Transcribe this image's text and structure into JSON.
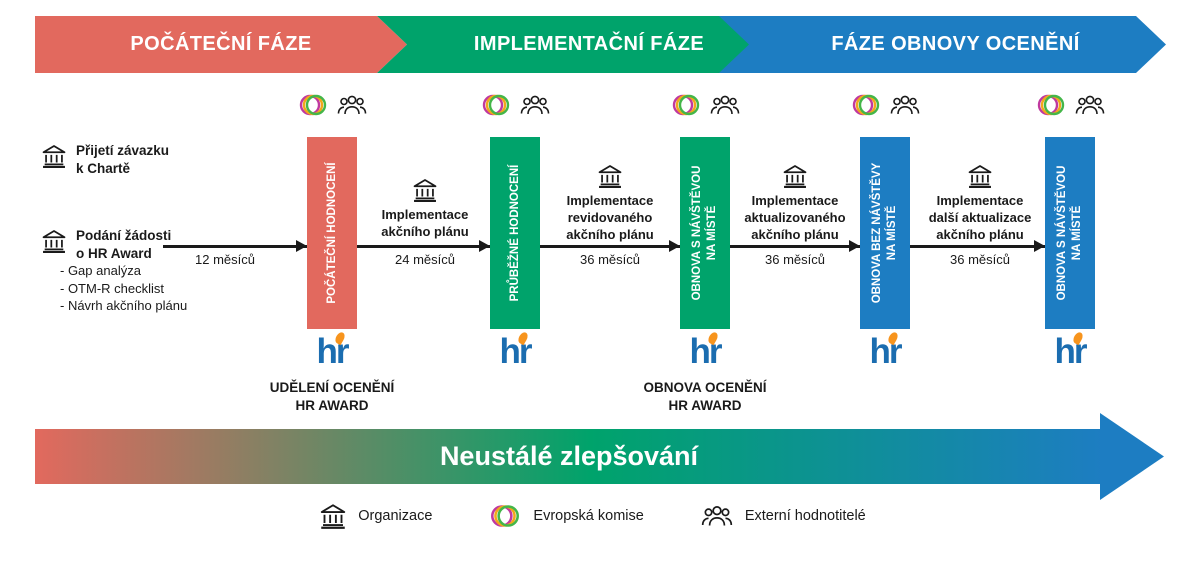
{
  "colors": {
    "red": "#e2695e",
    "green": "#00a36b",
    "blue": "#1d7dc2",
    "ink": "#1a1a1a",
    "hr_blue": "#1b6db0",
    "hr_orange": "#f7941d"
  },
  "phases": [
    {
      "label": "POČÁTEČNÍ FÁZE",
      "color": "#e2695e"
    },
    {
      "label": "IMPLEMENTAČNÍ FÁZE",
      "color": "#00a36b"
    },
    {
      "label": "FÁZE OBNOVY OCENĚNÍ",
      "color": "#1d7dc2"
    }
  ],
  "pre_phase": {
    "commitment": "Přijetí závazku\nk Chartě",
    "application": "Podání žádosti\no HR Award",
    "application_items": "- Gap analýza\n- OTM-R checklist\n- Návrh akčního plánu"
  },
  "milestones": [
    {
      "label": "POČÁTEČNÍ HODNOCENÍ",
      "color": "#e2695e"
    },
    {
      "label": "PRŮBĚŽNÉ HODNOCENÍ",
      "color": "#00a36b"
    },
    {
      "label": "OBNOVA S NÁVŠTĚVOU\nNA MÍSTĚ",
      "color": "#00a36b"
    },
    {
      "label": "OBNOVA BEZ NÁVŠTĚVY\nNA MÍSTĚ",
      "color": "#1d7dc2"
    },
    {
      "label": "OBNOVA S NÁVŠTĚVOU\nNA MÍSTĚ",
      "color": "#1d7dc2"
    }
  ],
  "intervals": [
    {
      "duration": "12 měsíců",
      "label": ""
    },
    {
      "duration": "24 měsíců",
      "label": "Implementace\nakčního plánu"
    },
    {
      "duration": "36 měsíců",
      "label": "Implementace\nrevidovaného\nakčního plánu"
    },
    {
      "duration": "36 měsíců",
      "label": "Implementace\naktualizovaného\nakčního plánu"
    },
    {
      "duration": "36 měsíců",
      "label": "Implementace\ndalší aktualizace\nakčního plánu"
    }
  ],
  "awards": {
    "grant": "UDĚLENÍ OCENĚNÍ\nHR AWARD",
    "renewal": "OBNOVA OCENĚNÍ\nHR AWARD"
  },
  "hr_logo_text": "hr",
  "bottom_arrow": {
    "label": "Neustálé zlepšování"
  },
  "legend": [
    {
      "icon": "building-icon",
      "label": "Organizace"
    },
    {
      "icon": "circles-icon",
      "label": "Evropská komise"
    },
    {
      "icon": "people-icon",
      "label": "Externí hodnotitelé"
    }
  ]
}
